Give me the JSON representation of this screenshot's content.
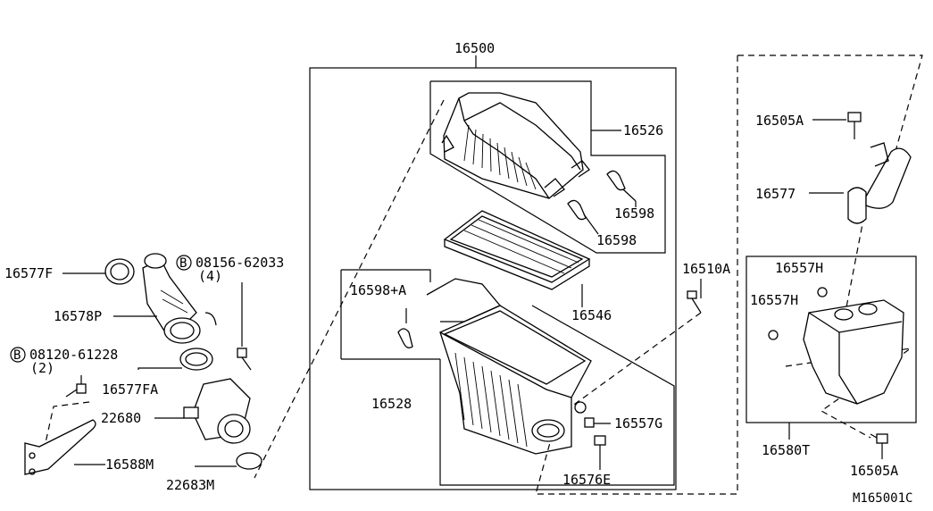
{
  "diagram": {
    "labels": {
      "p16500": "16500",
      "p16526": "16526",
      "p16598a": "16598",
      "p16598b": "16598",
      "p16546": "16546",
      "p16598A": "16598+A",
      "p16528": "16528",
      "p16557G": "16557G",
      "p16576E": "16576E",
      "p16510A": "16510A",
      "p16505A_top": "16505A",
      "p16577": "16577",
      "p16557H_a": "16557H",
      "p16557H_b": "16557H",
      "p16580T": "16580T",
      "p16505A_bot": "16505A",
      "p16577F": "16577F",
      "p16578P": "16578P",
      "bolt1_code": "08156-62033",
      "bolt1_qty": "(4)",
      "bolt2_code": "08120-61228",
      "bolt2_qty": "(2)",
      "p16577FA": "16577FA",
      "p22680": "22680",
      "p16588M": "16588M",
      "p22683M": "22683M",
      "diagram_id": "M165001C"
    },
    "bolt_marker": "B"
  }
}
